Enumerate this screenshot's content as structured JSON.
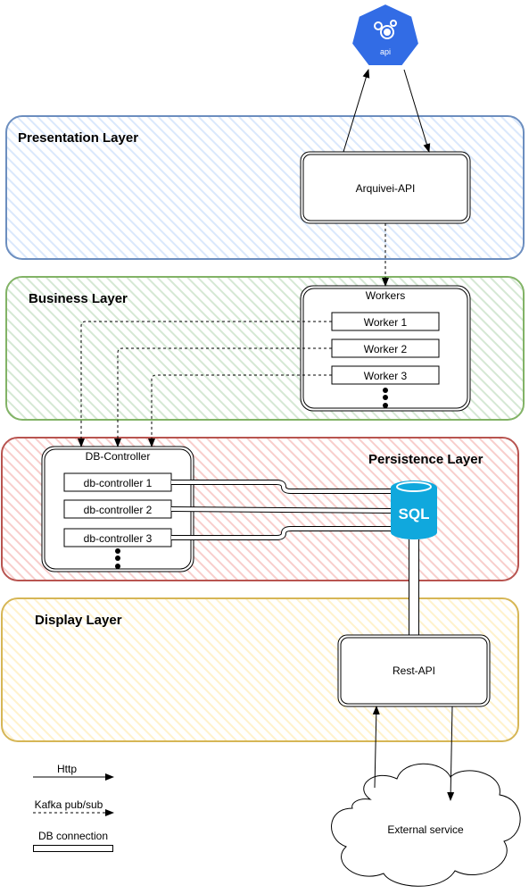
{
  "api_icon_label": "api",
  "layers": {
    "presentation": "Presentation Layer",
    "business": "Business Layer",
    "persistence": "Persistence Layer",
    "display": "Display Layer"
  },
  "boxes": {
    "arquivei_api": "Arquivei-API",
    "workers_title": "Workers",
    "workers": [
      "Worker 1",
      "Worker 2",
      "Worker 3"
    ],
    "db_controller_title": "DB-Controller",
    "db_controllers": [
      "db-controller 1",
      "db-controller 2",
      "db-controller 3"
    ],
    "sql": "SQL",
    "rest_api": "Rest-API",
    "external_service": "External service"
  },
  "legend": {
    "http": "Http",
    "kafka": "Kafka pub/sub",
    "db": "DB connection"
  },
  "colors": {
    "presentation": "#6c8ebf",
    "presentation_fill": "#dae8fc",
    "business": "#82b366",
    "business_fill": "#d5e8d4",
    "persistence": "#b85450",
    "persistence_fill": "#f8cecc",
    "display": "#d6b656",
    "display_fill": "#fff2cc",
    "api_icon": "#326ce5",
    "sql": "#10a8dd"
  }
}
